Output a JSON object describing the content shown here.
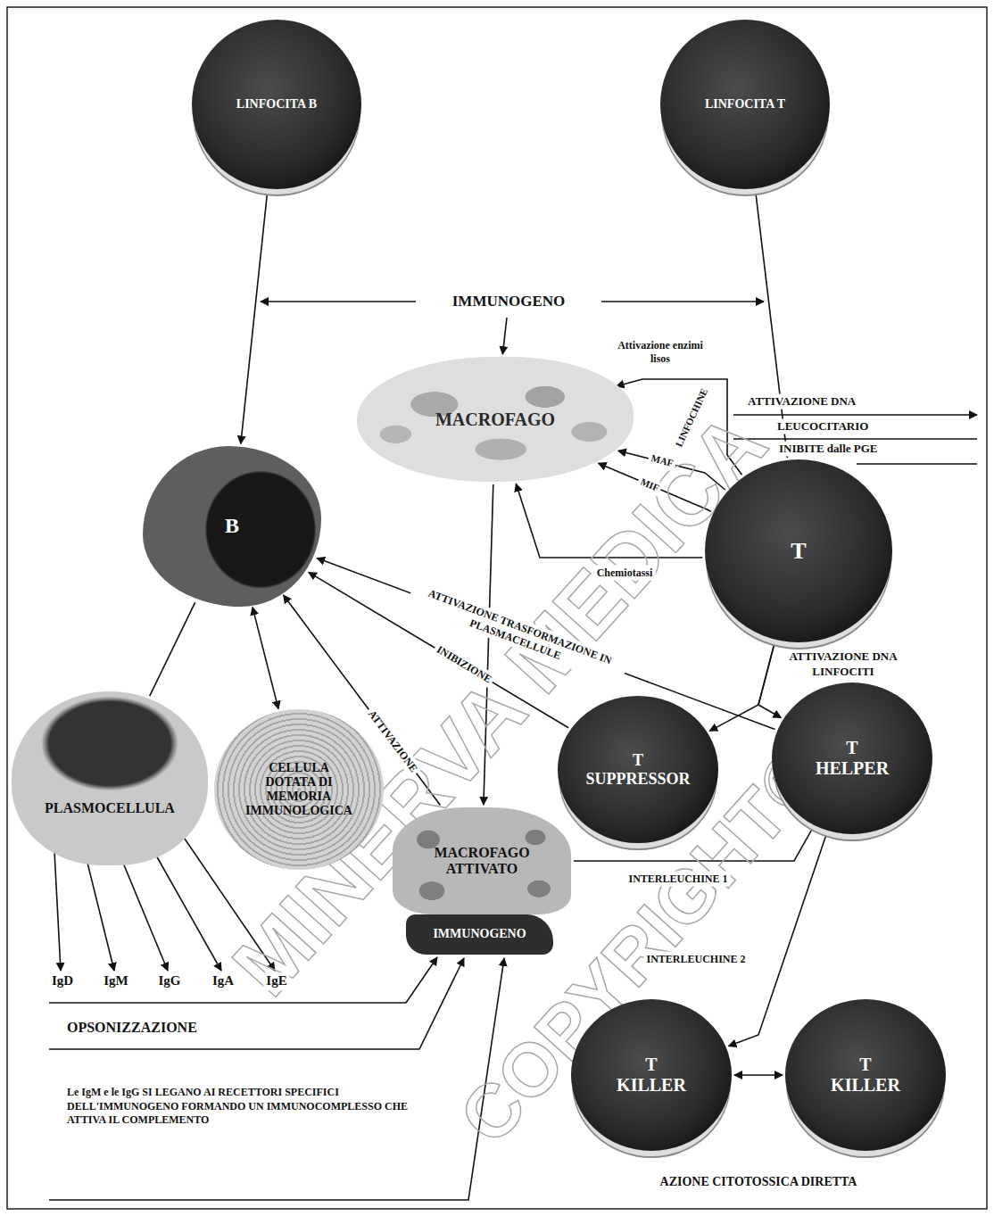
{
  "diagram": {
    "nodes": [
      {
        "text": [
          "LINFOCITA B"
        ]
      },
      {
        "text": [
          "LINFOCITA T"
        ]
      },
      {
        "text": [
          "IMMUNOGENO"
        ]
      },
      {
        "text": [
          "MACROFAGO"
        ]
      },
      {
        "text": [
          "B"
        ]
      },
      {
        "text": [
          "T"
        ]
      },
      {
        "text": [
          "PLASMOCELLULA"
        ]
      },
      {
        "text": [
          "CELLULA DOTATA DI MEMORIA IMMUNOLOGICA"
        ]
      },
      {
        "text": [
          "T SUPPRESSOR"
        ]
      },
      {
        "text": [
          "T HELPER"
        ]
      },
      {
        "text": [
          "MACROFAGO ATTIVATO"
        ]
      },
      {
        "text": [
          "IMMUNOGENO"
        ]
      },
      {
        "text": [
          "T KILLER"
        ]
      },
      {
        "text": [
          "T KILLER"
        ]
      }
    ],
    "edges": [
      {
        "from": 0,
        "to": 4,
        "arrow": "to"
      },
      {
        "from": 1,
        "to": 5,
        "arrow": "to"
      },
      {
        "from": 2,
        "to": 3,
        "arrow": "to"
      },
      {
        "from": 5,
        "to": 3,
        "label": "MAF",
        "arrow": "to"
      },
      {
        "from": 5,
        "to": 3,
        "label": "MIF",
        "arrow": "to"
      },
      {
        "from": 5,
        "to": 3,
        "label": "Attivazione enzimi lisos",
        "arrow": "to"
      },
      {
        "from": 5,
        "to": 3,
        "label": "Chemiotassi",
        "arrow": "to"
      },
      {
        "from": 3,
        "to": 10,
        "arrow": "to"
      },
      {
        "from": 4,
        "to": 6,
        "arrow": "none"
      },
      {
        "from": 4,
        "to": 7,
        "arrow": "both"
      },
      {
        "from": 10,
        "to": 4,
        "label": "ATTIVAZIONE",
        "arrow": "to"
      },
      {
        "from": 8,
        "to": 4,
        "label": "INIBIZIONE",
        "arrow": "to"
      },
      {
        "from": 9,
        "to": 4,
        "label": "ATTIVAZIONE TRASFORMAZIONE IN PLASMACELLULE",
        "arrow": "to"
      },
      {
        "from": 5,
        "to": 8,
        "arrow": "to"
      },
      {
        "from": 5,
        "to": 9,
        "arrow": "to"
      },
      {
        "from": 10,
        "to": 9,
        "label": "INTERLEUCHINE 1",
        "arrow": "none"
      },
      {
        "from": 9,
        "to": 12,
        "label": "INTERLEUCHINE 2",
        "arrow": "to"
      },
      {
        "from": 12,
        "to": 13,
        "arrow": "both"
      }
    ],
    "labels": [
      "ATTIVAZIONE DNA",
      "LEUCOCITARIO",
      "INIBITE dalle PGE",
      "LINFOCHINE",
      "ATTIVAZIONE DNA LINFOCITI",
      "IgD",
      "IgM",
      "IgG",
      "IgA",
      "IgE",
      "OPSONIZZAZIONE",
      "Le IgM e le IgG SI LEGANO AI RECETTORI SPECIFICI DELL'IMMUNOGENO FORMANDO UN IMMUNOCOMPLESSO CHE ATTIVA IL COMPLEMENTO",
      "AZIONE CITOTOSSICA DIRETTA",
      "MINERVA MEDICA",
      "COPYRIGHT®"
    ]
  }
}
